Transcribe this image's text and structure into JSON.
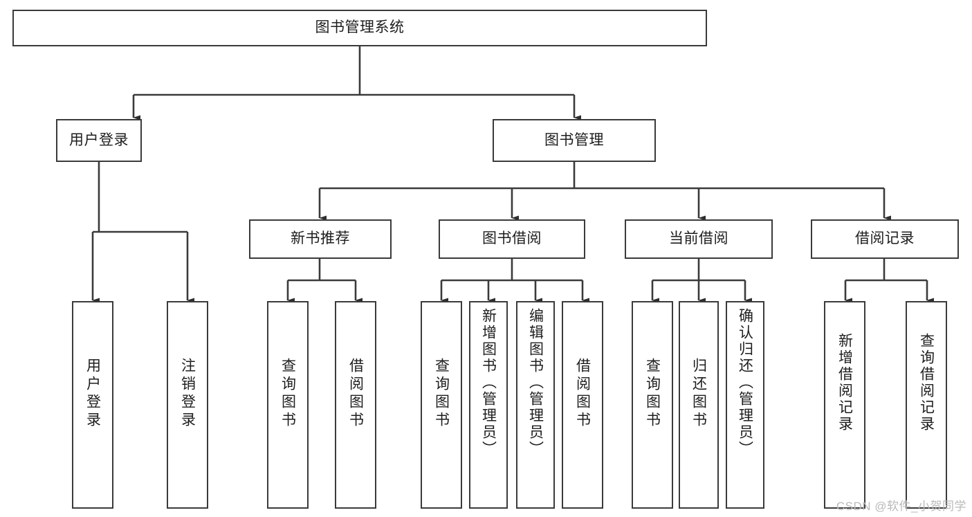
{
  "diagram": {
    "type": "tree-hierarchy-functional-decomposition",
    "title": "图书管理系统",
    "watermark": "CSDN @软件_小贺同学",
    "colors": {
      "border": "#3a3a3a",
      "fill": "#ffffff",
      "text": "#1d1d1d",
      "edge": "#3a3a3a",
      "watermark": "#b9b9b9"
    },
    "levels": {
      "root": "图书管理系统",
      "level2": [
        "用户登录",
        "图书管理"
      ],
      "level3": [
        "新书推荐",
        "图书借阅",
        "当前借阅",
        "借阅记录"
      ]
    },
    "nodes": {
      "root": {
        "label": "图书管理系统"
      },
      "user_login": {
        "label": "用户登录"
      },
      "book_manage": {
        "label": "图书管理"
      },
      "new_book_rec": {
        "label": "新书推荐"
      },
      "book_borrow": {
        "label": "图书借阅"
      },
      "current_borrow": {
        "label": "当前借阅"
      },
      "borrow_record": {
        "label": "借阅记录"
      },
      "leaf_user_login": {
        "label": "用户登录"
      },
      "leaf_user_logout": {
        "label": "注销登录"
      },
      "leaf_query_book_1": {
        "label": "查询图书"
      },
      "leaf_borrow_book_1": {
        "label": "借阅图书"
      },
      "leaf_query_book_2": {
        "label": "查询图书"
      },
      "leaf_add_book": {
        "label": "新增图书（管理员）"
      },
      "leaf_edit_book": {
        "label": "编辑图书（管理员）"
      },
      "leaf_borrow_book_2": {
        "label": "借阅图书"
      },
      "leaf_query_book_3": {
        "label": "查询图书"
      },
      "leaf_return_book": {
        "label": "归还图书"
      },
      "leaf_confirm_return": {
        "label": "确认归还（管理员）"
      },
      "leaf_add_record": {
        "label": "新增借阅记录"
      },
      "leaf_query_record": {
        "label": "查询借阅记录"
      }
    },
    "edges": [
      {
        "from": "root",
        "to": "用户登录"
      },
      {
        "from": "root",
        "to": "图书管理"
      },
      {
        "from": "用户登录",
        "to": "用户登录(叶)"
      },
      {
        "from": "用户登录",
        "to": "注销登录"
      },
      {
        "from": "图书管理",
        "to": "新书推荐"
      },
      {
        "from": "图书管理",
        "to": "图书借阅"
      },
      {
        "from": "图书管理",
        "to": "当前借阅"
      },
      {
        "from": "图书管理",
        "to": "借阅记录"
      },
      {
        "from": "新书推荐",
        "to": "查询图书"
      },
      {
        "from": "新书推荐",
        "to": "借阅图书"
      },
      {
        "from": "图书借阅",
        "to": "查询图书"
      },
      {
        "from": "图书借阅",
        "to": "新增图书（管理员）"
      },
      {
        "from": "图书借阅",
        "to": "编辑图书（管理员）"
      },
      {
        "from": "图书借阅",
        "to": "借阅图书"
      },
      {
        "from": "当前借阅",
        "to": "查询图书"
      },
      {
        "from": "当前借阅",
        "to": "归还图书"
      },
      {
        "from": "当前借阅",
        "to": "确认归还（管理员）"
      },
      {
        "from": "借阅记录",
        "to": "新增借阅记录"
      },
      {
        "from": "借阅记录",
        "to": "查询借阅记录"
      }
    ]
  }
}
